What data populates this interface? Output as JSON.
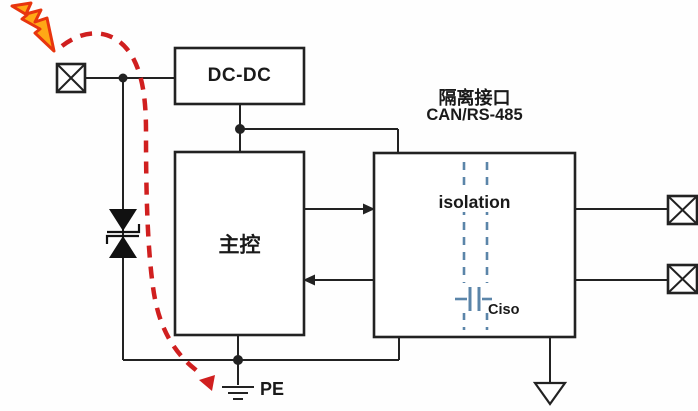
{
  "diagram": {
    "interface_title": {
      "line1": "隔离接口",
      "line2": "CAN/RS-485"
    },
    "blocks": {
      "dcdc": {
        "label": "DC-DC"
      },
      "main_controller": {
        "label": "主控"
      },
      "isolation": {
        "label": "isolation",
        "capacitor_label": "Ciso"
      }
    },
    "ground": {
      "pe_label": "PE"
    },
    "icons": {
      "lightning": "surge-lightning-icon",
      "left_connector": "terminal-connector-icon",
      "right_connector_top": "terminal-connector-icon",
      "right_connector_bottom": "terminal-connector-icon",
      "tvs": "tvs-diode-icon",
      "pe_ground": "pe-ground-icon",
      "signal_ground": "signal-ground-icon",
      "surge_path": "surge-current-path"
    },
    "colors": {
      "wire": "#222222",
      "surge": "#d01f1f",
      "barrier": "#5b85a9",
      "bolt_fill": "#ffa816",
      "bolt_stroke": "#e8350e",
      "bg": "#fefefe"
    }
  }
}
